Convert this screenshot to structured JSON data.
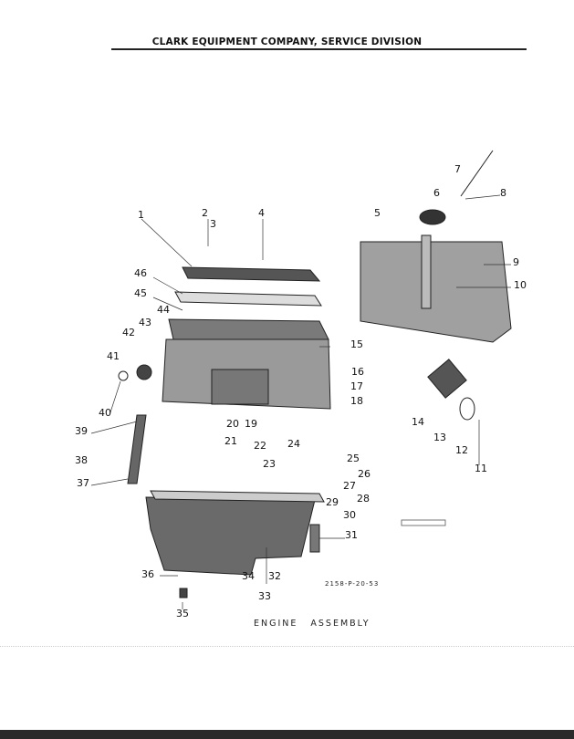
{
  "header": {
    "title": "CLARK EQUIPMENT COMPANY, SERVICE DIVISION"
  },
  "diagram": {
    "callouts": [
      "1",
      "2",
      "3",
      "4",
      "5",
      "6",
      "7",
      "8",
      "9",
      "10",
      "11",
      "12",
      "13",
      "14",
      "15",
      "16",
      "17",
      "18",
      "19",
      "20",
      "21",
      "22",
      "23",
      "24",
      "25",
      "26",
      "27",
      "28",
      "29",
      "30",
      "31",
      "32",
      "33",
      "34",
      "35",
      "36",
      "37",
      "38",
      "39",
      "40",
      "41",
      "42",
      "43",
      "44",
      "45",
      "46"
    ],
    "drawing_code": "2158-P-20-53",
    "caption_word1": "ENGINE",
    "caption_word2": "ASSEMBLY"
  }
}
